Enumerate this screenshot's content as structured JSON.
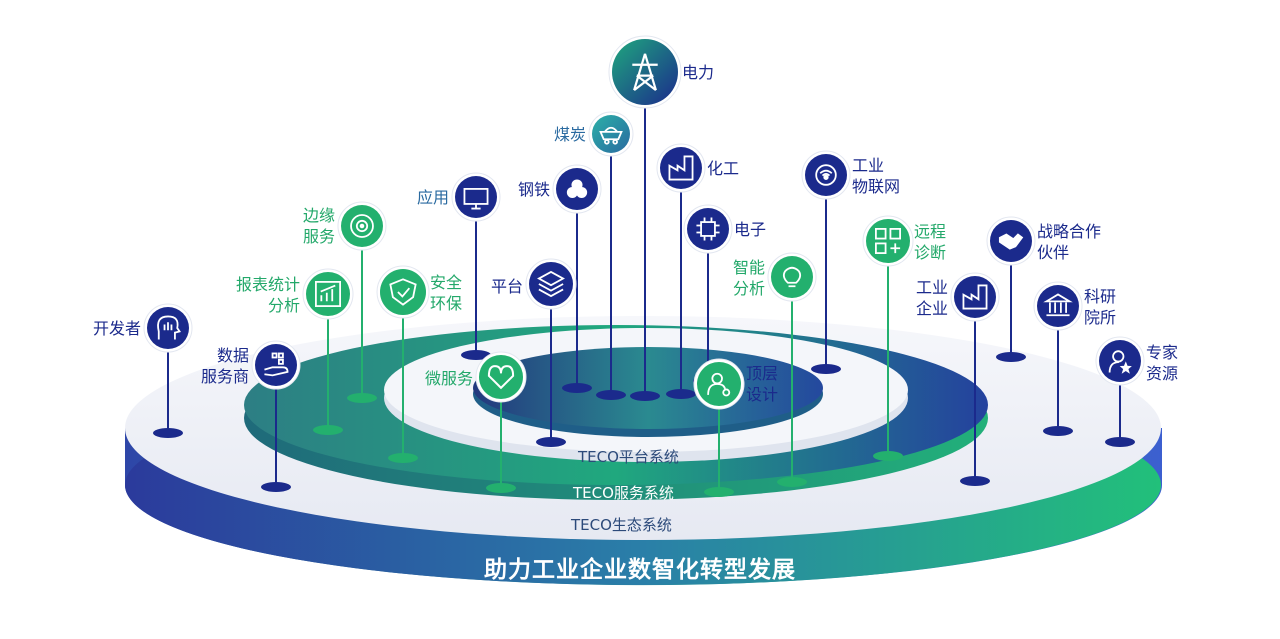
{
  "slogan": "助力工业企业数智化转型发展",
  "rings": {
    "platform": "TECO平台系统",
    "service": "TECO服务系统",
    "ecosystem": "TECO生态系统"
  },
  "nodes": [
    {
      "id": "power",
      "icon": "power-tower-icon",
      "lines": [
        "电力"
      ],
      "group": "core"
    },
    {
      "id": "coal",
      "icon": "coal-cart-icon",
      "lines": [
        "煤炭"
      ],
      "group": "core"
    },
    {
      "id": "chemical",
      "icon": "factory-icon",
      "lines": [
        "化工"
      ],
      "group": "core"
    },
    {
      "id": "steel",
      "icon": "steel-coils-icon",
      "lines": [
        "钢铁"
      ],
      "group": "core"
    },
    {
      "id": "electronics",
      "icon": "chip-icon",
      "lines": [
        "电子"
      ],
      "group": "core"
    },
    {
      "id": "app",
      "icon": "monitor-icon",
      "lines": [
        "应用"
      ],
      "group": "platform"
    },
    {
      "id": "platform",
      "icon": "layers-icon",
      "lines": [
        "平台"
      ],
      "group": "platform"
    },
    {
      "id": "iiot",
      "icon": "iot-network-icon",
      "lines": [
        "工业",
        "物联网"
      ],
      "group": "platform"
    },
    {
      "id": "edge",
      "icon": "edge-disc-icon",
      "lines": [
        "边缘",
        "服务"
      ],
      "group": "service"
    },
    {
      "id": "report",
      "icon": "chart-icon",
      "lines": [
        "报表统计",
        "分析"
      ],
      "group": "service"
    },
    {
      "id": "security",
      "icon": "shield-check-icon",
      "lines": [
        "安全",
        "环保"
      ],
      "group": "service"
    },
    {
      "id": "smart",
      "icon": "bulb-icon",
      "lines": [
        "智能",
        "分析"
      ],
      "group": "service"
    },
    {
      "id": "remote",
      "icon": "remote-diagnosis-icon",
      "lines": [
        "远程",
        "诊断"
      ],
      "group": "service"
    },
    {
      "id": "micro",
      "icon": "heart-icon",
      "lines": [
        "微服务"
      ],
      "group": "service"
    },
    {
      "id": "design",
      "icon": "person-gear-icon",
      "lines": [
        "顶层",
        "设计"
      ],
      "group": "service"
    },
    {
      "id": "developer",
      "icon": "head-brain-icon",
      "lines": [
        "开发者"
      ],
      "group": "eco"
    },
    {
      "id": "provider",
      "icon": "data-hand-icon",
      "lines": [
        "数据",
        "服务商"
      ],
      "group": "eco"
    },
    {
      "id": "enterprise",
      "icon": "factory-building-icon",
      "lines": [
        "工业",
        "企业"
      ],
      "group": "eco"
    },
    {
      "id": "partner",
      "icon": "handshake-icon",
      "lines": [
        "战略合作",
        "伙伴"
      ],
      "group": "eco"
    },
    {
      "id": "research",
      "icon": "institute-icon",
      "lines": [
        "科研",
        "院所"
      ],
      "group": "eco"
    },
    {
      "id": "expert",
      "icon": "expert-star-icon",
      "lines": [
        "专家",
        "资源"
      ],
      "group": "eco"
    }
  ],
  "colors": {
    "navy": "#1b2a8c",
    "teal": "#2a6aa0",
    "green": "#23a86a",
    "base_gradient_start": "#2b3a9c",
    "base_gradient_end": "#22c07a"
  }
}
